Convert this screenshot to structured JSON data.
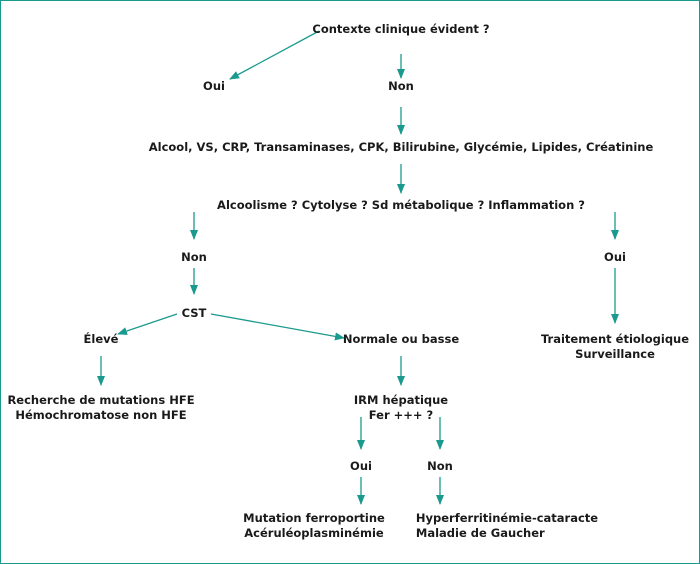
{
  "accent_color": "#1a9a8e",
  "nodes": {
    "contexte": "Contexte clinique évident ?",
    "oui_1": "Oui",
    "non_1": "Non",
    "bilan": "Alcool, VS, CRP, Transaminases, CPK, Bilirubine, Glycémie, Lipides, Créatinine",
    "question_2": "Alcoolisme ? Cytolyse ? Sd métabolique ? Inflammation ?",
    "non_2": "Non",
    "oui_2": "Oui",
    "cst": "CST",
    "eleve": "Élevé",
    "normale": "Normale ou basse",
    "traitement": {
      "line1": "Traitement étiologique",
      "line2": "Surveillance"
    },
    "hfe": {
      "line1": "Recherche de mutations HFE",
      "line2": "Hémochromatose non HFE"
    },
    "irm": {
      "line1": "IRM hépatique",
      "line2": "Fer +++ ?"
    },
    "oui_3": "Oui",
    "non_3": "Non",
    "ferroportine": {
      "line1": "Mutation ferroportine",
      "line2": "Acéruléoplasminémie"
    },
    "hyperferritinemie": {
      "line1": "Hyperferritinémie-cataracte",
      "line2": "Maladie de Gaucher"
    }
  }
}
